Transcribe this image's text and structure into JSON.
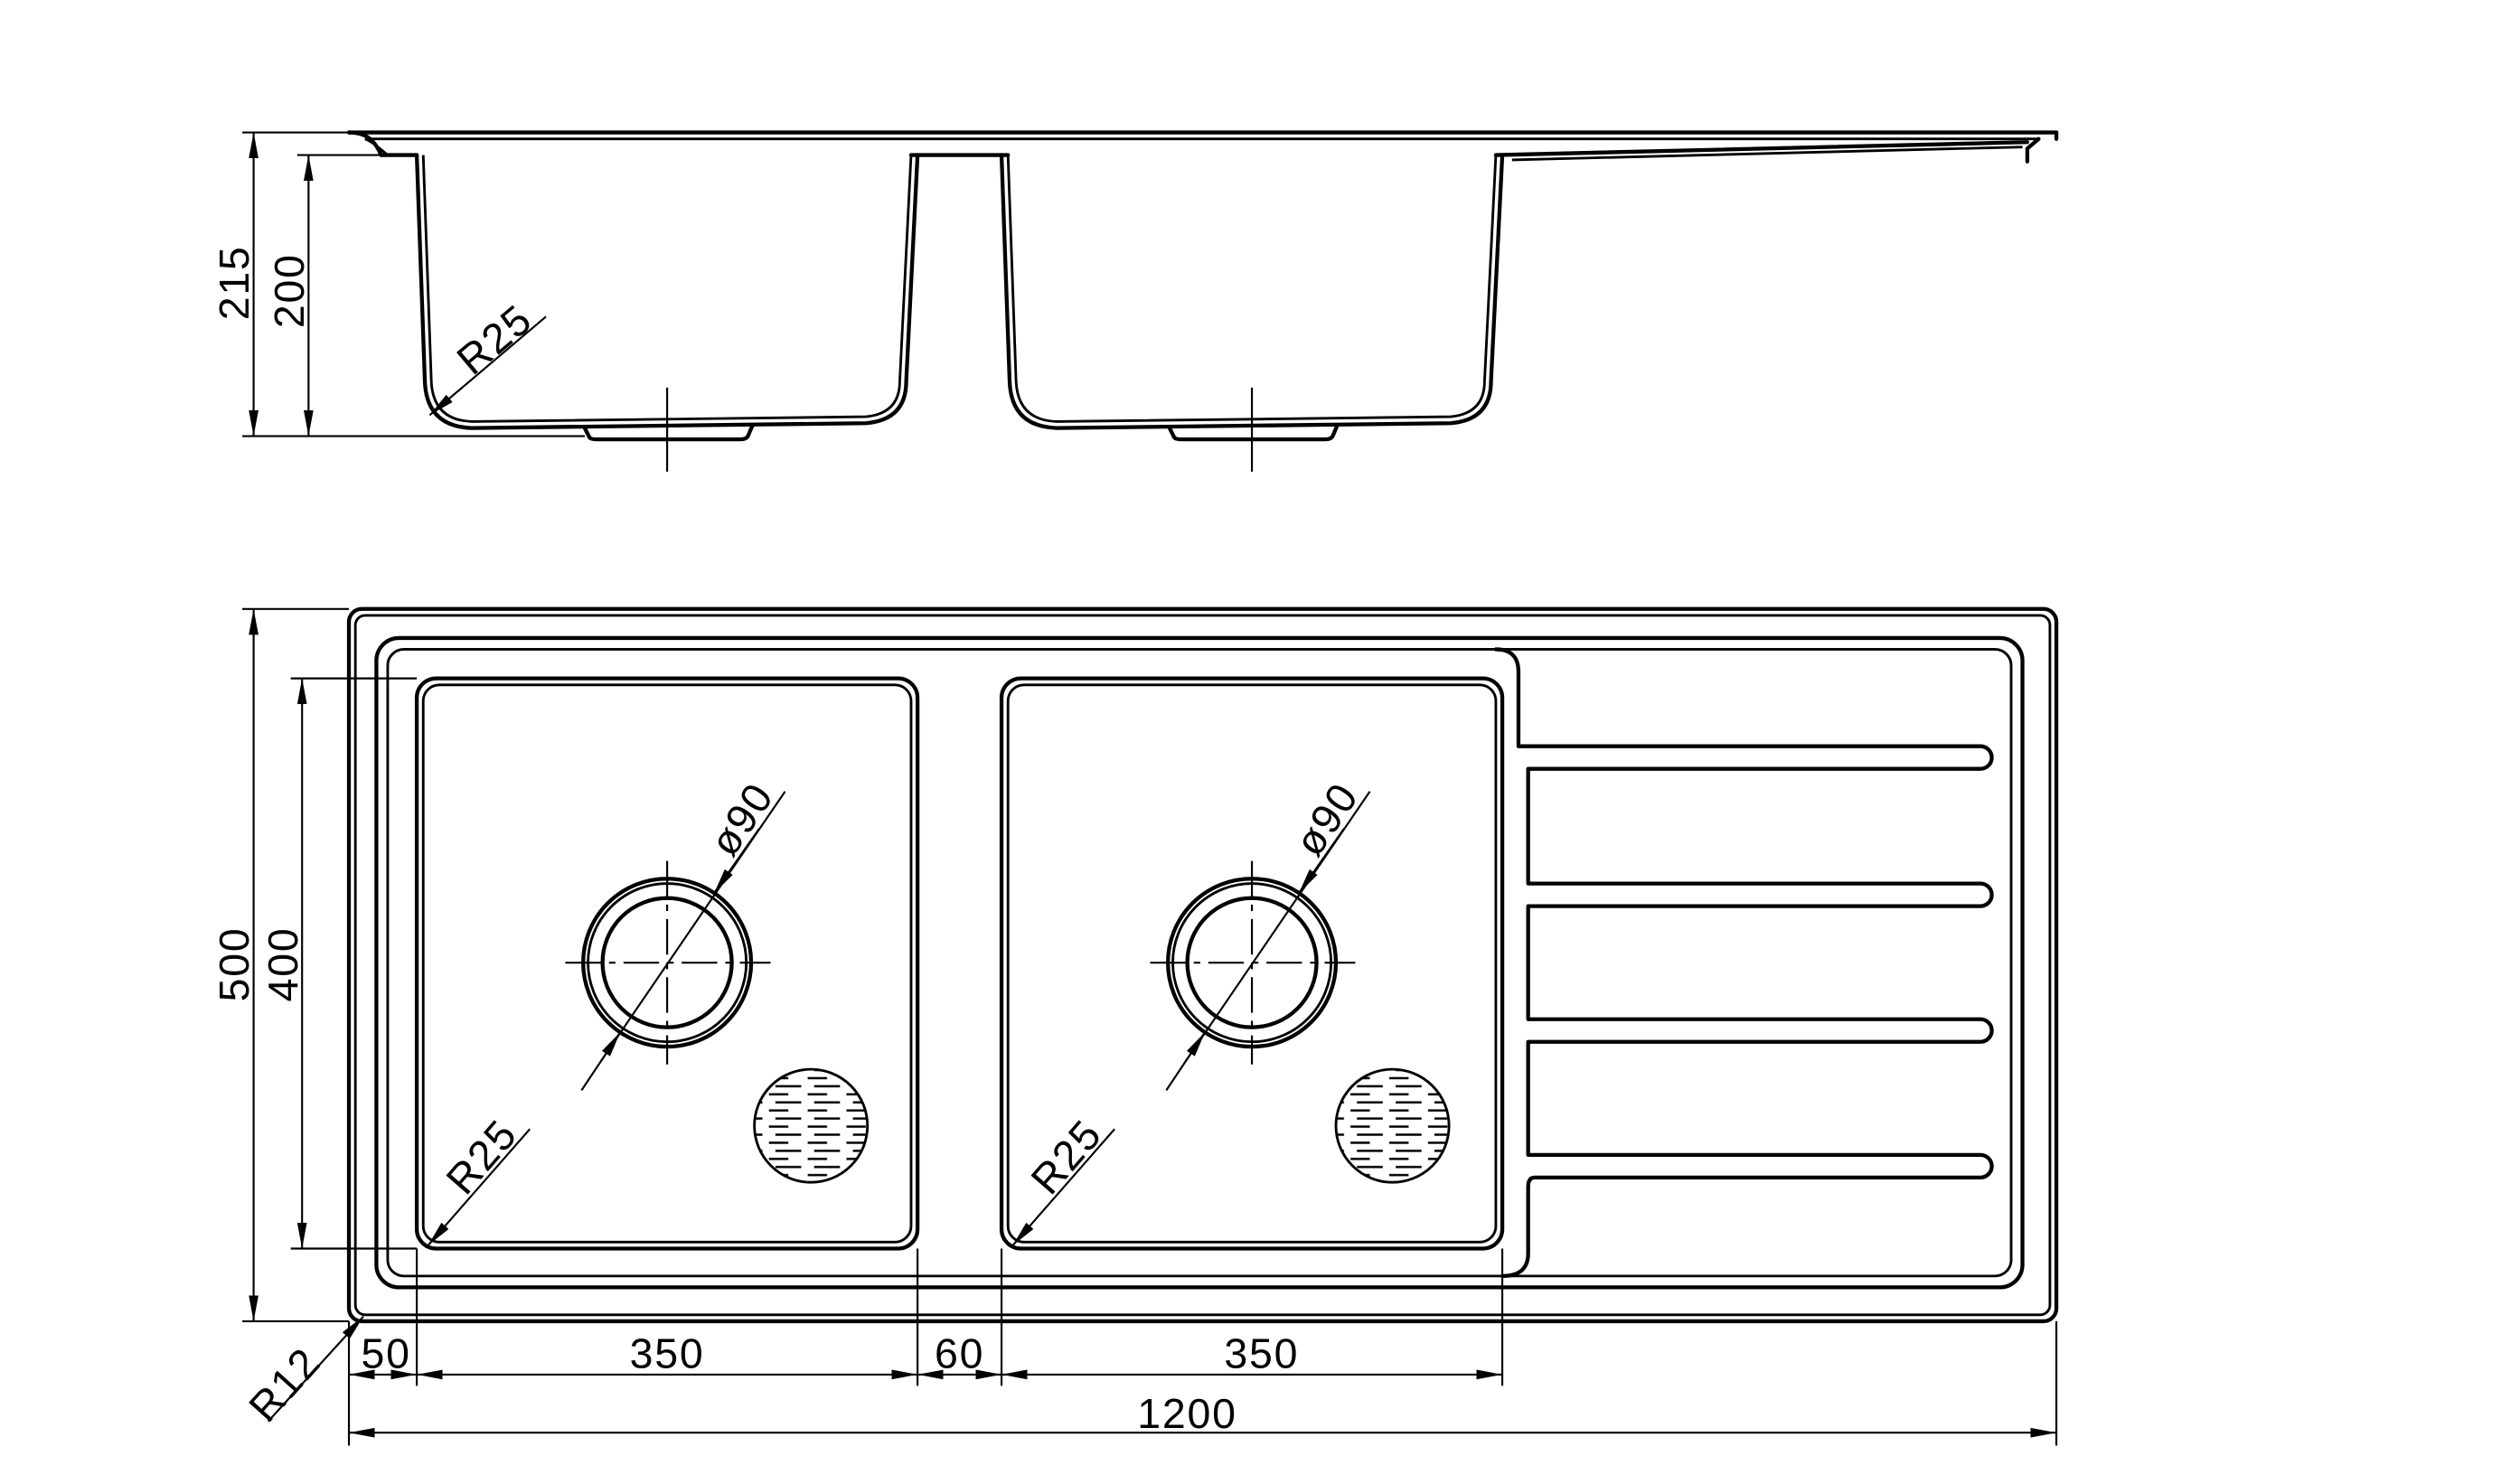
{
  "elevation_view": {
    "overall_height": "215",
    "bowl_depth": "200",
    "bowl_corner_radius": "R25"
  },
  "plan_view": {
    "overall_width": "500",
    "bowl_width": "400",
    "outer_corner_radius": "R12",
    "bowls": [
      {
        "waste_diameter": "ø90",
        "corner_radius": "R25"
      },
      {
        "waste_diameter": "ø90",
        "corner_radius": "R25"
      }
    ],
    "length_chain": [
      "50",
      "350",
      "60",
      "350"
    ],
    "overall_length": "1200"
  },
  "colors": {
    "line": "#000000",
    "background": "#ffffff"
  }
}
